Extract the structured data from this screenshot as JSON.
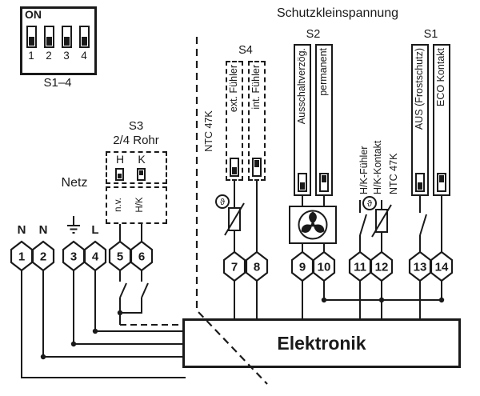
{
  "colors": {
    "ink": "#1a1a1a",
    "background": "#ffffff"
  },
  "dip_block": {
    "on_label": "ON",
    "switch_numbers": [
      "1",
      "2",
      "3",
      "4"
    ],
    "caption": "S1–4"
  },
  "heading": "Schutzkleinspannung",
  "switch_groups": {
    "s4": {
      "label": "S4",
      "side_label": "NTC 47K",
      "options": [
        "ext. Fühler",
        "int. Fühler"
      ]
    },
    "s2": {
      "label": "S2",
      "options": [
        "Ausschaltverzög.",
        "permanent"
      ]
    },
    "s1": {
      "label": "S1",
      "options": [
        "AUS (Frostschutz)",
        "ECO Kontakt"
      ]
    },
    "s3": {
      "label": "S3",
      "sublabel": "2/4 Rohr",
      "row1": [
        "H",
        "K"
      ],
      "row2": [
        "n.v.",
        "H/K"
      ]
    }
  },
  "sensor_labels": [
    "H/K-Fühler",
    "H/K-Kontakt",
    "NTC  47K"
  ],
  "netz_label": "Netz",
  "mains_labels": [
    "N",
    "N",
    "L"
  ],
  "terminals_left": [
    "1",
    "2",
    "3",
    "4",
    "5",
    "6"
  ],
  "terminals_right": [
    "7",
    "8",
    "9",
    "10",
    "11",
    "12",
    "13",
    "14"
  ],
  "elektronik_label": "Elektronik",
  "theta_symbol": "ϑ"
}
